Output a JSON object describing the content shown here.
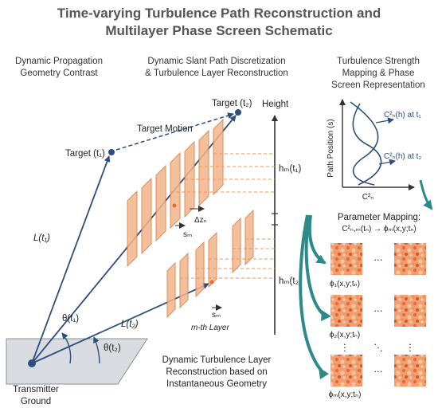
{
  "title_line1": "Time-varying Turbulence Path Reconstruction and",
  "title_line2": "Multilayer Phase Screen Schematic",
  "col1_head": [
    "Dynamic Propagation",
    "Geometry Contrast"
  ],
  "col2_head": [
    "Dynamic Slant Path Discretization",
    "& Turbulence Layer Reconstruction"
  ],
  "col3_head": [
    "Turbulence Strength",
    "Mapping & Phase",
    "Screen Representation"
  ],
  "target_t1": "Target (t₁)",
  "target_t2": "Target (t₂)",
  "target_motion": "Target Motion",
  "height": "Height",
  "L_t1": "L(t₁)",
  "L_t2": "L(t₂)",
  "theta_t1": "θ(t₁)",
  "theta_t2": "θ(t₂)",
  "delta_z": "Δzₙ",
  "s_m_upper": "sₘ",
  "s_m_lower": "sₘ",
  "hm_t1": "hₘ(t₁)",
  "hm_t2": "hₘ(t₂)",
  "mth_layer": "m-th Layer",
  "transmitter": [
    "Transmitter",
    "Ground"
  ],
  "bottom_caption": [
    "Dynamic Turbulence Layer",
    "Reconstruction based on",
    "Instantaneous Geometry"
  ],
  "profile_ylabel": "Path Position (s)",
  "profile_xlabel": "C²ₙ",
  "cn2_t1": "C²ₙ(h) at t₁",
  "cn2_t2": "C²ₙ(h) at t₂",
  "param_mapping": "Parameter Mapping:",
  "param_formula": "C²ₙ,ₘ(tₙ) → ϕₘ(x,y;tₙ)",
  "phi_1": "ϕ₁(x,y;tₙ)",
  "phi_2": "ϕ₂(x,y;tₙ)",
  "phi_M": "ϕₘ(x,y;tₙ)",
  "ellipsis": "⋯",
  "vdots": "⋮",
  "ddots": "⋱",
  "colors": {
    "blue": "#2d4e7e",
    "orange": "#e8955a",
    "teal": "#2e8a8a",
    "gray": "#555555"
  }
}
